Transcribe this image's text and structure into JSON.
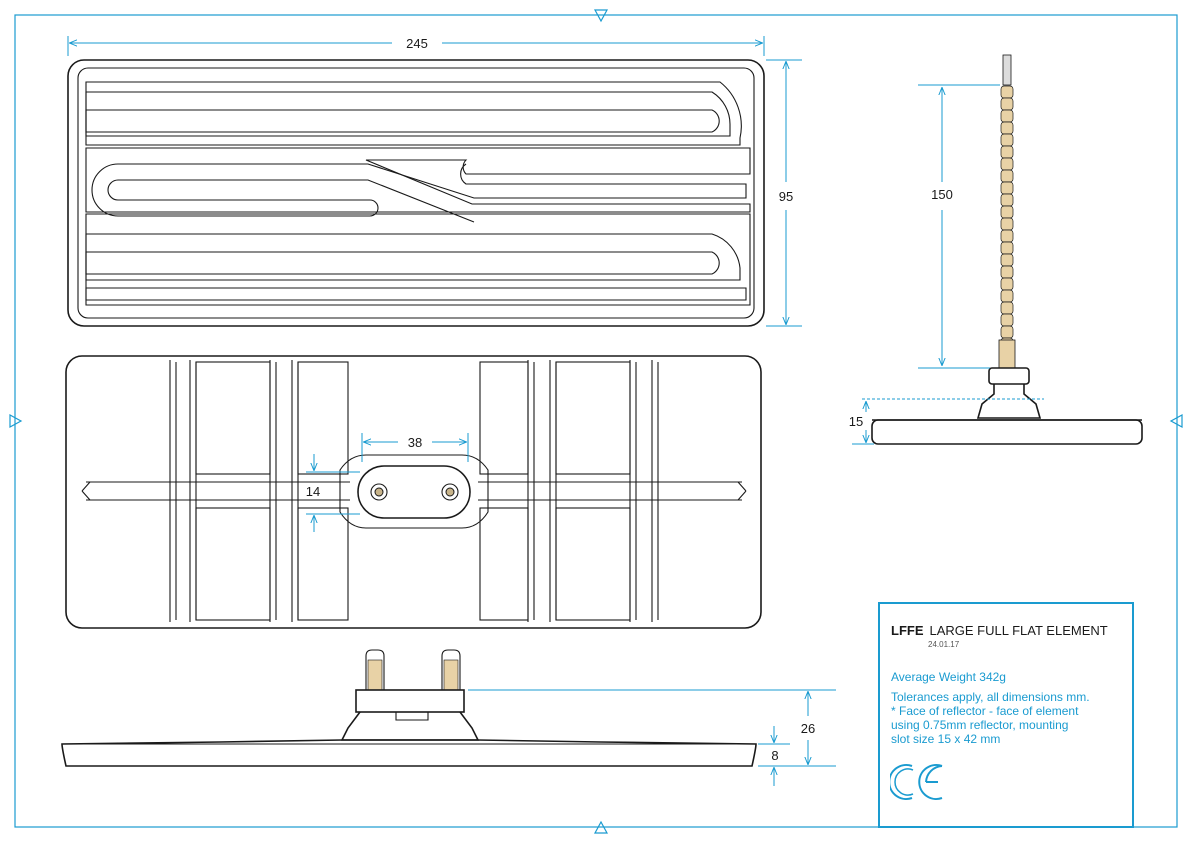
{
  "dimensions": {
    "length": "245",
    "height": "95",
    "stem_length": "150",
    "base_height": "15",
    "slot_width": "38",
    "slot_height": "14",
    "profile_height": "26",
    "plate_thickness": "8"
  },
  "title_block": {
    "code": "LFFE",
    "name": "LARGE FULL FLAT ELEMENT",
    "date": "24.01.17",
    "weight": "Average Weight   342g",
    "notes": [
      "Tolerances apply, all dimensions mm.",
      "* Face of reflector - face of element",
      "using 0.75mm reflector, mounting",
      "slot size 15 x 42 mm"
    ],
    "mark": "CE"
  },
  "colors": {
    "frame": "#1a9bd0",
    "dimension": "#1a9bd0",
    "outline": "#1a1a1a",
    "stem": "#e8d2a6"
  }
}
